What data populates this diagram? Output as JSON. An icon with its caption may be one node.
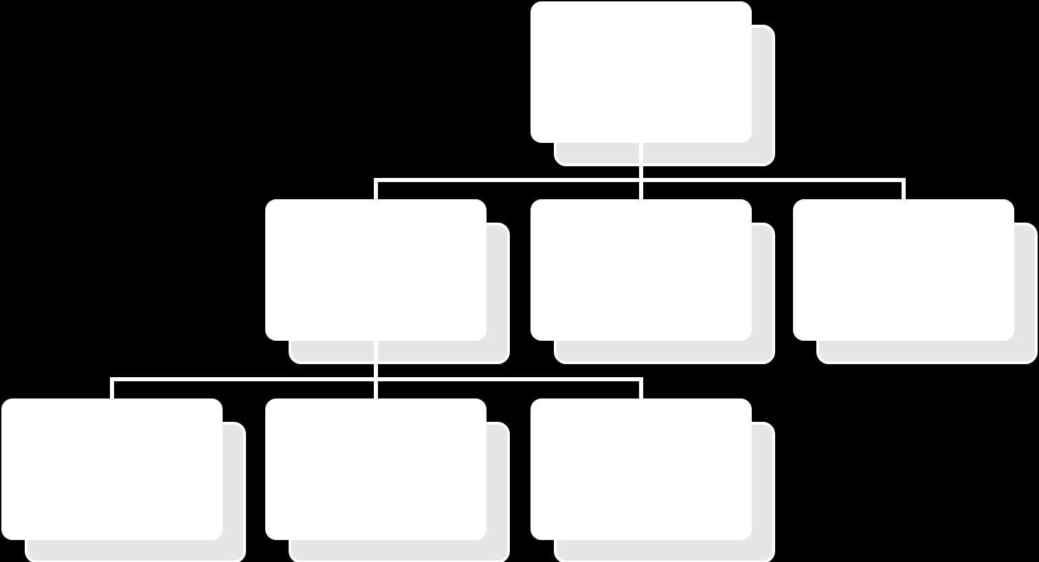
{
  "diagram": {
    "nodes": [
      {
        "text": [],
        "shape": "box"
      },
      {
        "text": [],
        "shape": "box"
      },
      {
        "text": [],
        "shape": "box"
      },
      {
        "text": [],
        "shape": "box"
      },
      {
        "text": [],
        "shape": "box"
      },
      {
        "text": [],
        "shape": "box"
      },
      {
        "text": [],
        "shape": "box"
      }
    ],
    "edges": [
      {
        "from": 0,
        "to": 1,
        "arrow": "none"
      },
      {
        "from": 0,
        "to": 2,
        "arrow": "none"
      },
      {
        "from": 0,
        "to": 3,
        "arrow": "none"
      },
      {
        "from": 1,
        "to": 4,
        "arrow": "none"
      },
      {
        "from": 1,
        "to": 5,
        "arrow": "none"
      },
      {
        "from": 1,
        "to": 6,
        "arrow": "none"
      }
    ]
  }
}
